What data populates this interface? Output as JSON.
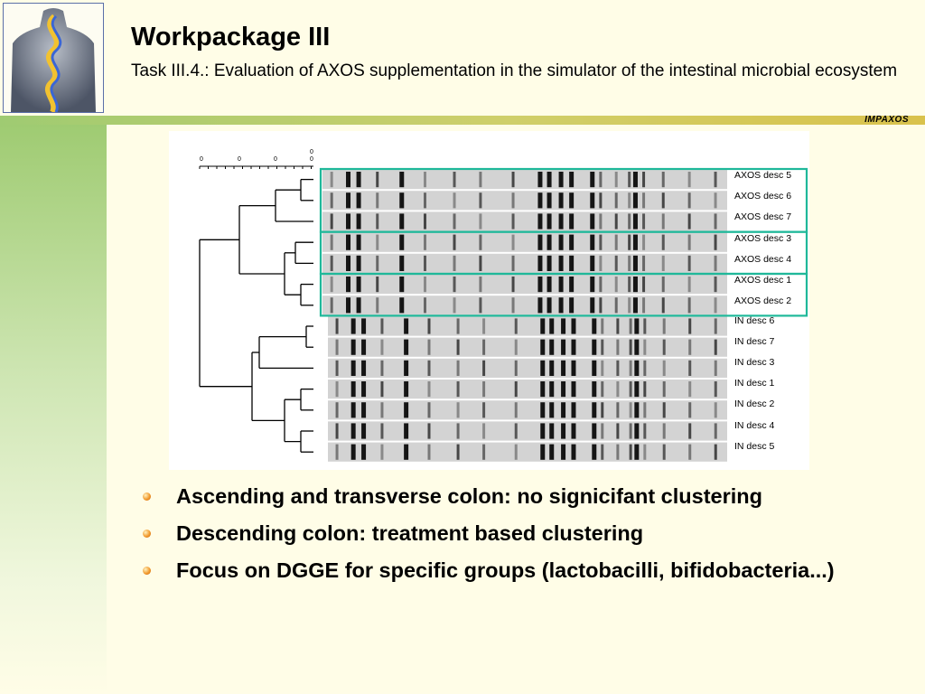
{
  "header": {
    "title": "Workpackage III",
    "subtitle": "Task III.4.: Evaluation of AXOS supplementation in the simulator of the intestinal microbial ecosystem",
    "brand": "IMPAXOS"
  },
  "figure": {
    "scale_ticks": [
      "0",
      "0",
      "0",
      "0",
      "0"
    ],
    "lanes": [
      "AXOS desc 5",
      "AXOS desc 6",
      "AXOS desc 7",
      "AXOS desc 3",
      "AXOS desc 4",
      "AXOS desc 1",
      "AXOS desc 2",
      "IN desc 6",
      "IN desc 7",
      "IN desc 3",
      "IN desc 1",
      "IN desc 2",
      "IN desc 4",
      "IN desc 5"
    ],
    "highlight_color": "#1fb89a"
  },
  "bullets": [
    "Ascending and transverse colon: no signicifant clustering",
    "Descending colon: treatment based clustering",
    "Focus on DGGE for specific groups (lactobacilli, bifidobacteria...)"
  ]
}
